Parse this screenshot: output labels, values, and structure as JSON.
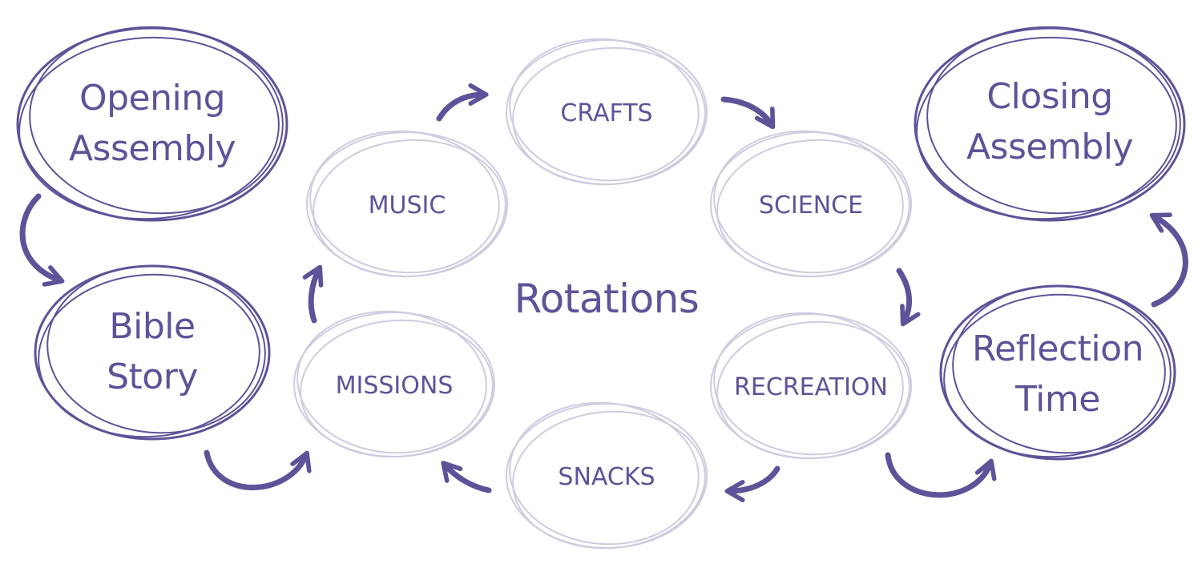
{
  "diagram": {
    "center_label": "Rotations",
    "colors": {
      "primary": "#5e5399",
      "light_ring": "#cfcbe0"
    },
    "main_nodes": [
      {
        "key": "opening",
        "lines": [
          "Opening",
          "Assembly"
        ]
      },
      {
        "key": "bible",
        "lines": [
          "Bible",
          "Story"
        ]
      },
      {
        "key": "closing",
        "lines": [
          "Closing",
          "Assembly"
        ]
      },
      {
        "key": "reflection",
        "lines": [
          "Reflection",
          "Time"
        ]
      }
    ],
    "rotation_nodes": [
      {
        "key": "crafts",
        "label": "CRAFTS"
      },
      {
        "key": "science",
        "label": "SCIENCE"
      },
      {
        "key": "recreation",
        "label": "RECREATION"
      },
      {
        "key": "snacks",
        "label": "SNACKS"
      },
      {
        "key": "missions",
        "label": "MISSIONS"
      },
      {
        "key": "music",
        "label": "MUSIC"
      }
    ]
  }
}
